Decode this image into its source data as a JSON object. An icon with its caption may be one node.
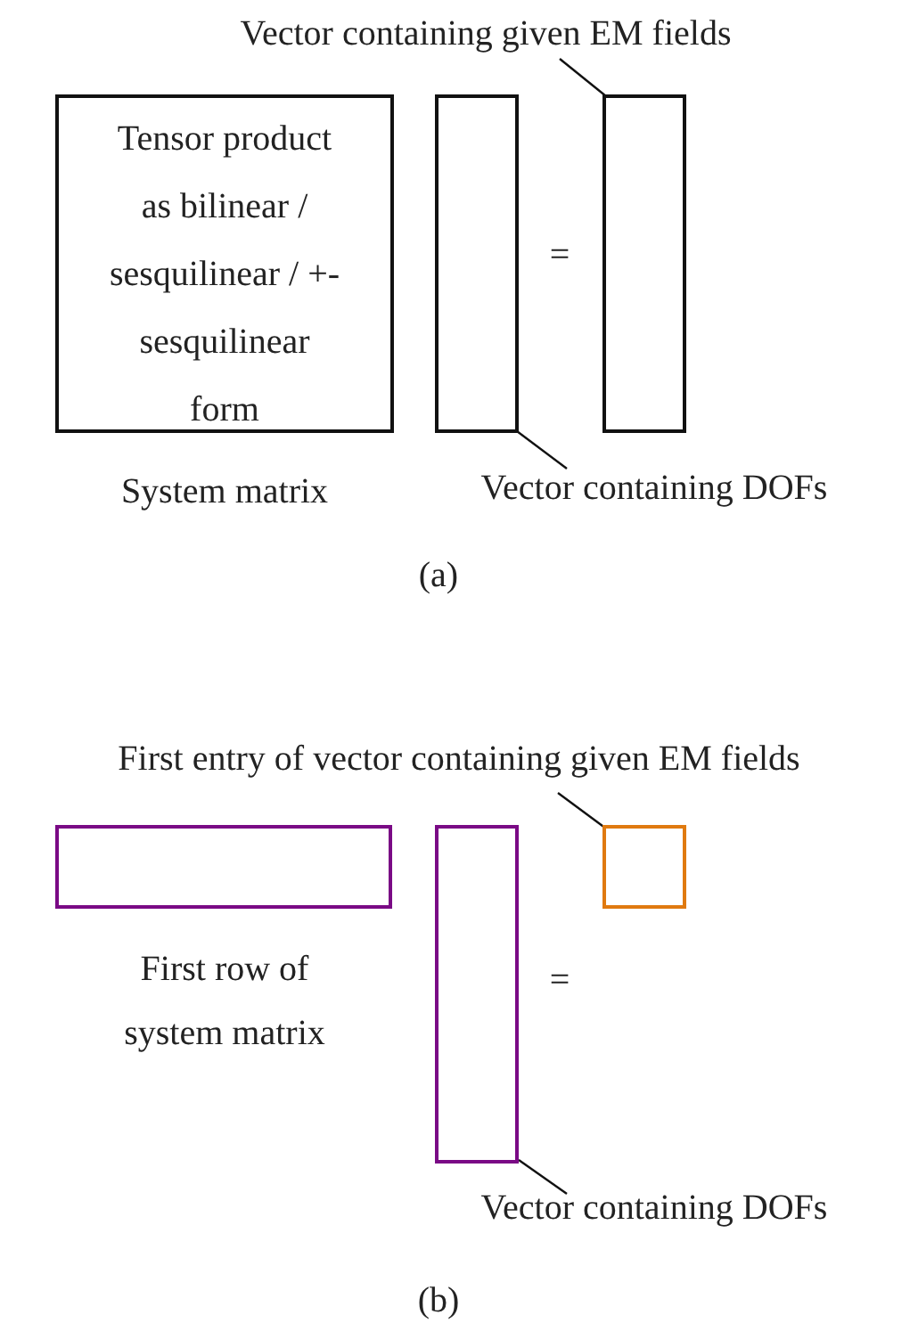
{
  "diagram": {
    "nodes": [
      {
        "text": [
          "Tensor product as bilinear / sesquilinear / +-sesquilinear form"
        ],
        "beside": [
          "System matrix"
        ]
      },
      {
        "text": [],
        "shape": "box"
      },
      {
        "text": [],
        "shape": "box"
      },
      {
        "text": [
          "Vector containing given EM fields"
        ]
      },
      {
        "text": [
          "Vector containing DOFs"
        ]
      },
      {
        "text": [],
        "shape": "box",
        "beside": [
          "First row of system matrix"
        ]
      },
      {
        "text": [],
        "shape": "box"
      },
      {
        "text": [],
        "shape": "box"
      },
      {
        "text": [
          "First entry of vector containing given EM fields"
        ]
      },
      {
        "text": [
          "Vector containing DOFs"
        ]
      }
    ],
    "edges": [
      {
        "from": 3,
        "to": 2,
        "arrow": "none"
      },
      {
        "from": 4,
        "to": 1,
        "arrow": "none"
      },
      {
        "from": 8,
        "to": 7,
        "arrow": "none"
      },
      {
        "from": 9,
        "to": 6,
        "arrow": "none"
      }
    ],
    "labels": [
      "=",
      "(a)",
      "=",
      "(b)"
    ]
  }
}
